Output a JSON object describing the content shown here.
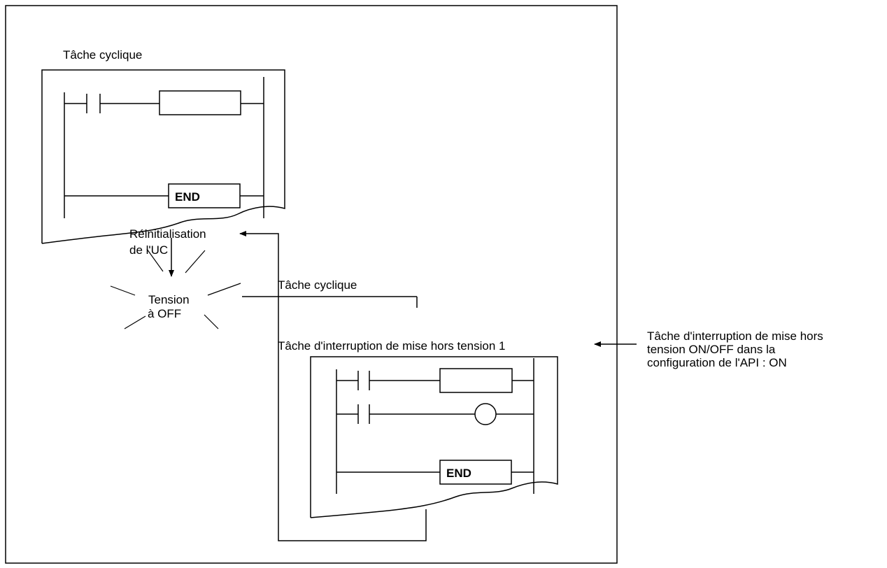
{
  "labels": {
    "cyclic_task_top": "Tâche cyclique",
    "power_off_line1": "Tension",
    "power_off_line2": "à OFF",
    "cyclic_task_mid": "Tâche cyclique",
    "interrupt_task_title": "Tâche d'interruption de mise hors tension 1",
    "cpu_reset_line1": "Réinitialisation",
    "cpu_reset_line2": "de l'UC",
    "setting_line1": "Tâche d'interruption de mise hors",
    "setting_line2": "tension ON/OFF dans la",
    "setting_line3": "configuration de l'API : ON",
    "end_top": "END",
    "end_bottom": "END"
  }
}
